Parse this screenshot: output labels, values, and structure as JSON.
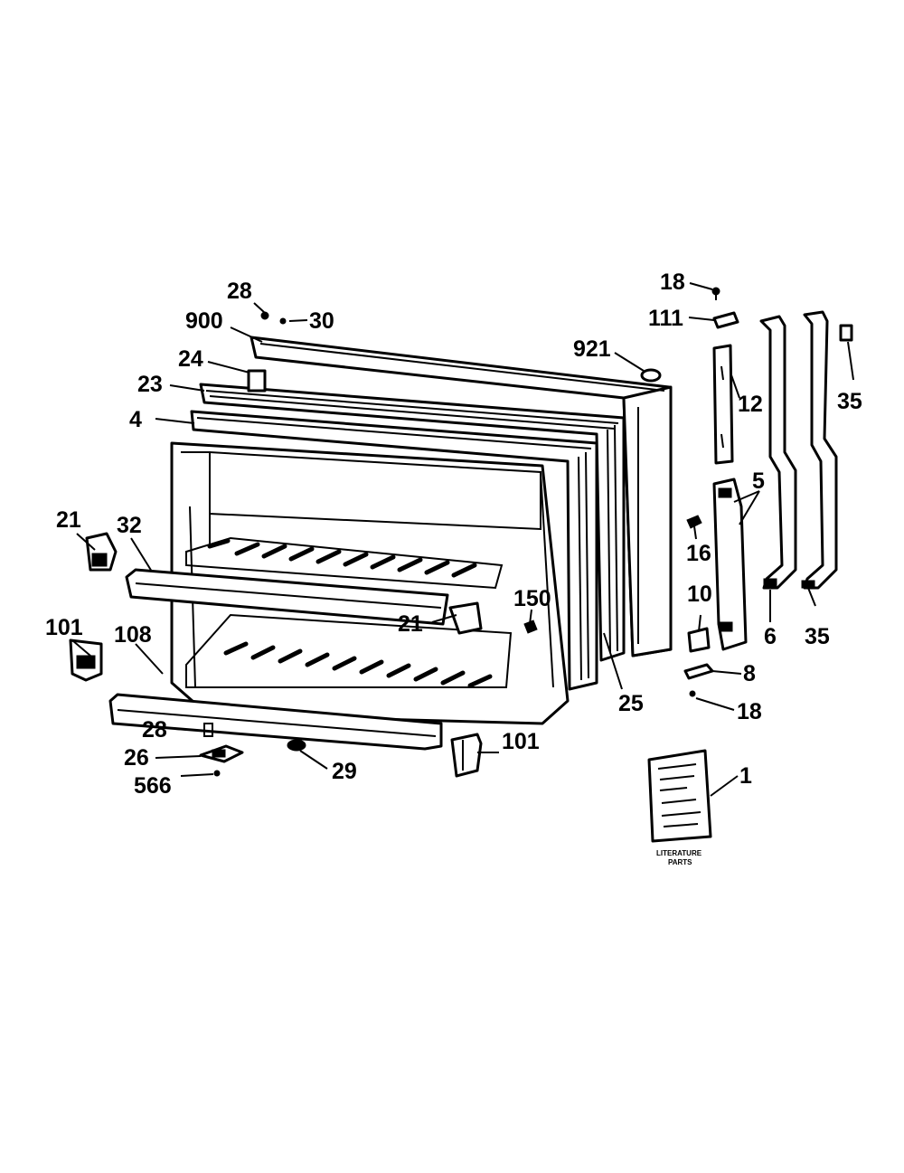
{
  "labels": {
    "p18_top": "18",
    "p111": "111",
    "p28_top": "28",
    "p30": "30",
    "p900": "900",
    "p921": "921",
    "p24": "24",
    "p12": "12",
    "p35_top": "35",
    "p23": "23",
    "p4": "4",
    "p5": "5",
    "p21_left": "21",
    "p32": "32",
    "p16": "16",
    "p150": "150",
    "p10": "10",
    "p6": "6",
    "p35_bottom": "35",
    "p101_left": "101",
    "p108": "108",
    "p21_inner": "21",
    "p8": "8",
    "p25": "25",
    "p18_bottom": "18",
    "p28_bottom": "28",
    "p101_right": "101",
    "p26": "26",
    "p29": "29",
    "p1": "1",
    "p566": "566"
  },
  "literature_card": {
    "line1": "LITERATURE",
    "line2": "PARTS"
  }
}
